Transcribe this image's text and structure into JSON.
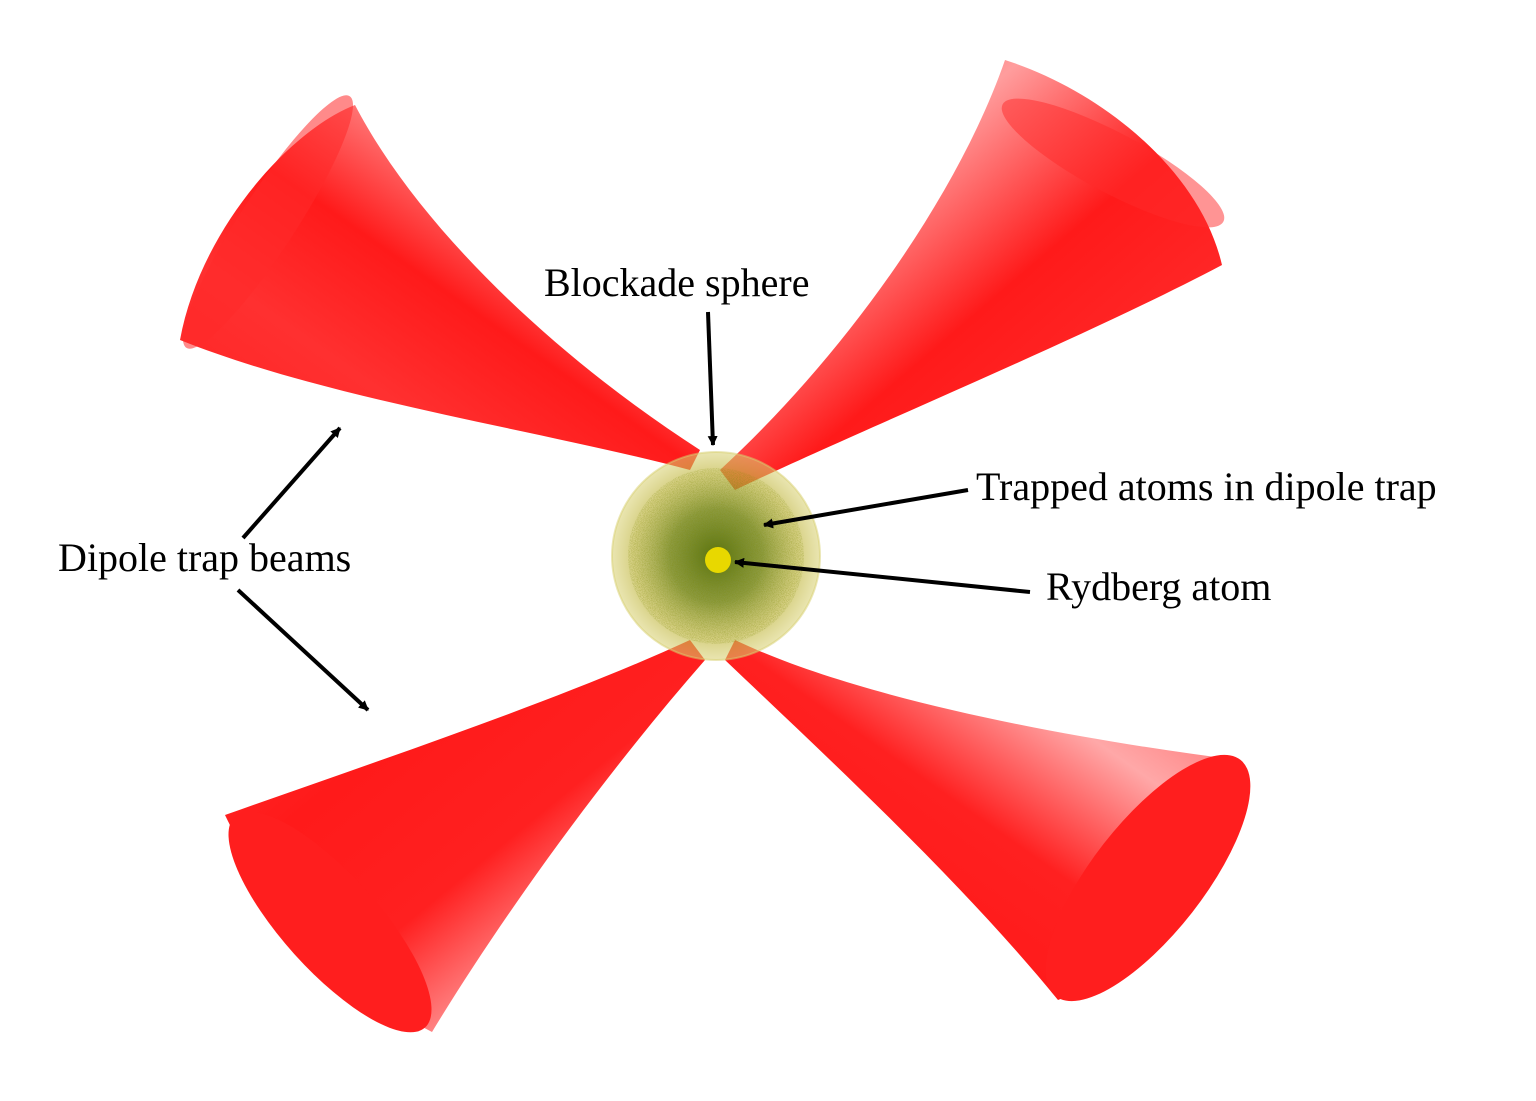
{
  "labels": {
    "blockade_sphere": "Blockade sphere",
    "trapped_atoms": "Trapped atoms in dipole trap",
    "rydberg_atom": "Rydberg atom",
    "dipole_beams": "Dipole trap beams"
  },
  "colors": {
    "beam_core": "#ff1a1a",
    "beam_edge": "#ffb3b3",
    "sphere": "#c8c24a",
    "atom_cloud": "#4a5a00",
    "rydberg_atom": "#e8d800",
    "arrow": "#000000",
    "text": "#000000"
  }
}
